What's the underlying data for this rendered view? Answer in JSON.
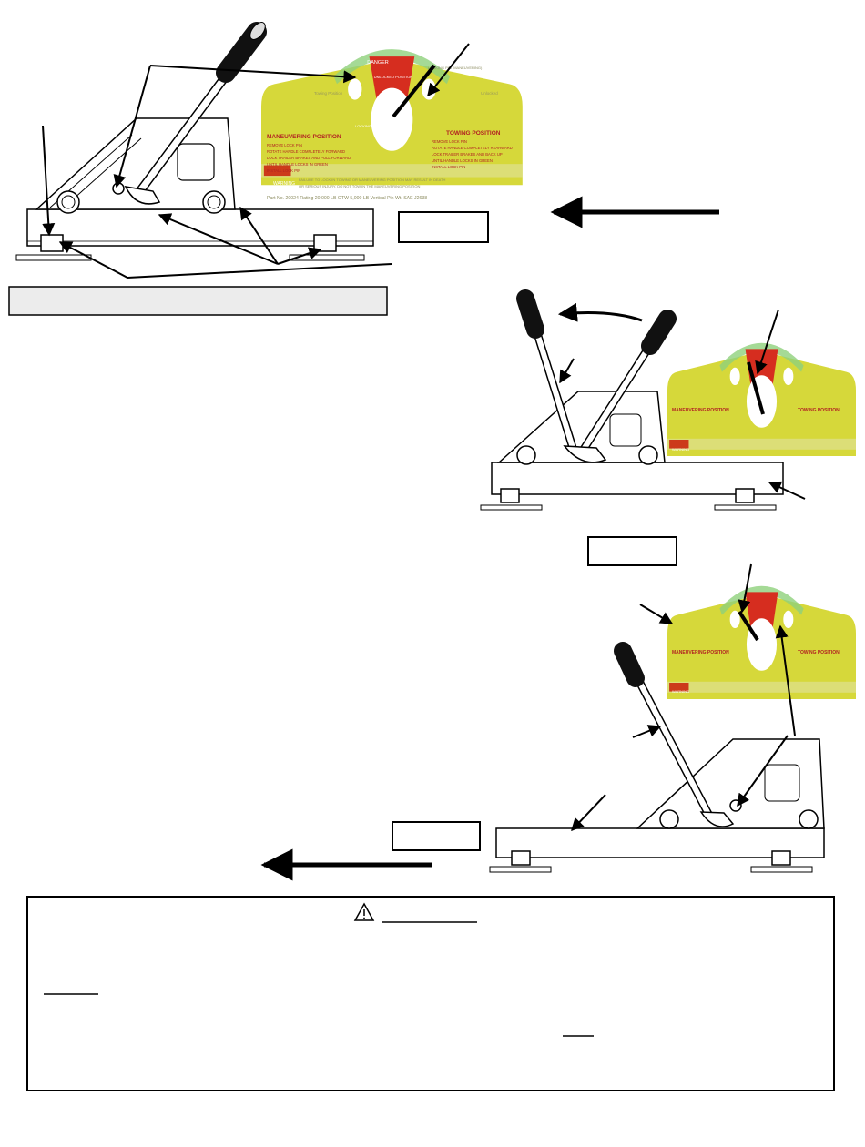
{
  "plate": {
    "danger": "DANGER",
    "unlocked": "UNLOCKED POSITION",
    "handle": "HANDLE",
    "locking_pin_left": "LOCKING PIN (TOWING)",
    "locking_pin_right": "LOCKING PIN (MANEUVERING)",
    "towing_pos_small": "Towing Position",
    "unlocked_small": "Unlocked",
    "maneuvering_title": "MANEUVERING POSITION",
    "maneuvering_steps": [
      "REMOVE LOCK PIN",
      "ROTATE HANDLE COMPLETELY FORWARD",
      "LOCK TRAILER BRAKES AND PULL FORWARD",
      "UNTIL HANDLE LOCKS IN GREEN",
      "INSTALL LOCK PIN"
    ],
    "towing_title": "TOWING POSITION",
    "towing_steps": [
      "REMOVE LOCK PIN",
      "ROTATE HANDLE COMPLETELY REARWARD",
      "LOCK TRAILER BRAKES AND BACK UP",
      "UNTIL HANDLE LOCKS IN GREEN",
      "INSTALL LOCK PIN"
    ],
    "warning_label": "WARNING",
    "warning_text_1": "FAILURE TO LOCK IN TOWING OR MANEUVERING POSITION MAY RESULT IN DEATH",
    "warning_text_2": "OR SERIOUS INJURY. DO NOT TOW IN THE MANEUVERING POSITION",
    "part_line": "Part No. 20024   Rating 20,000 LB GTW   5,000 LB Vertical Pin Wt.   SAE J2638"
  },
  "caption_boxes": [
    "",
    "",
    ""
  ],
  "bottom_box_text": "",
  "colors": {
    "plate_yellow": "#d6d83a",
    "danger_red": "#d62d1f",
    "arc_green": "#8fd17c",
    "outline": "#000000"
  },
  "icons": [
    "warning-triangle-icon",
    "arrow-left-icon",
    "lock-icon"
  ]
}
